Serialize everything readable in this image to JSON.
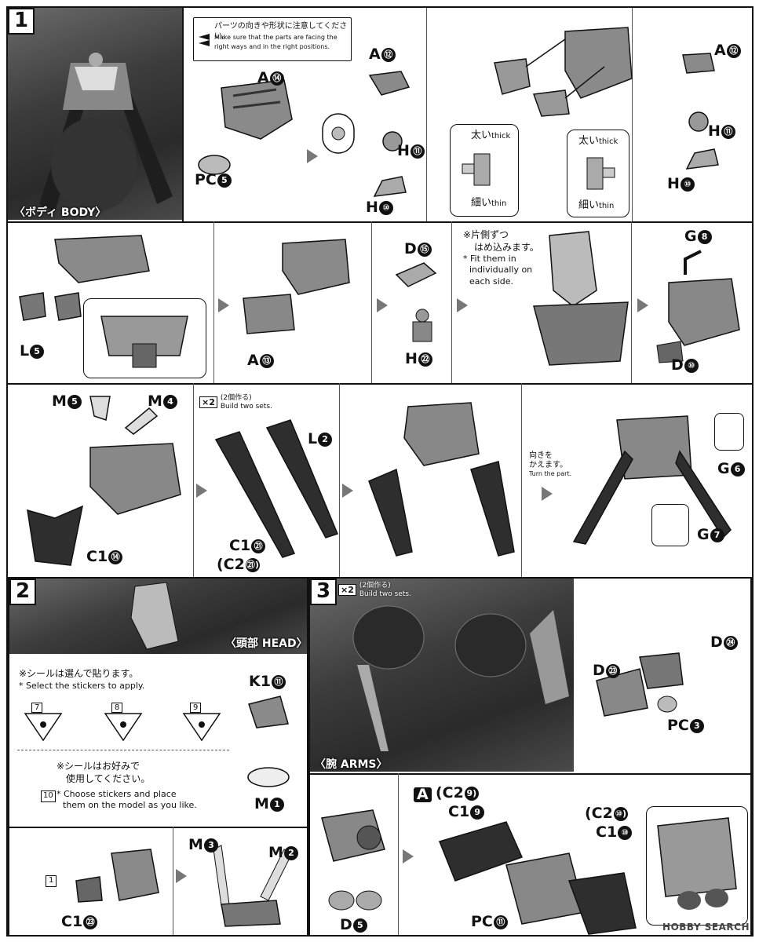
{
  "step1": {
    "number": "1",
    "section_jp": "〈ボディ BODY〉",
    "caution_jp": "パーツの向きや形状に注意してください。",
    "caution_en_1": "Make sure that the parts are facing the",
    "caution_en_2": "right ways and in the right positions.",
    "labels": {
      "a14": {
        "letter": "A",
        "num": "⑭"
      },
      "pc5": {
        "letter": "PC",
        "num": "5"
      },
      "a12": {
        "letter": "A",
        "num": "⑫"
      },
      "h11": {
        "letter": "H",
        "num": "⑪"
      },
      "h10": {
        "letter": "H",
        "num": "⑩"
      },
      "a12b": {
        "letter": "A",
        "num": "⑫"
      },
      "h11b": {
        "letter": "H",
        "num": "⑪"
      },
      "h10b": {
        "letter": "H",
        "num": "⑩"
      },
      "l5": {
        "letter": "L",
        "num": "5"
      },
      "a13": {
        "letter": "A",
        "num": "⑬"
      },
      "d15": {
        "letter": "D",
        "num": "⑮"
      },
      "h22": {
        "letter": "H",
        "num": "㉒"
      },
      "g8": {
        "letter": "G",
        "num": "8"
      },
      "d10": {
        "letter": "D",
        "num": "⑩"
      },
      "m5": {
        "letter": "M",
        "num": "5"
      },
      "m4": {
        "letter": "M",
        "num": "4"
      },
      "c14": {
        "letter": "C1",
        "num": "⑭"
      },
      "l2": {
        "letter": "L",
        "num": "2"
      },
      "c121": {
        "letter": "C1",
        "num": "㉑"
      },
      "c221": {
        "letter": "(C2",
        "num": "㉑)"
      },
      "g6": {
        "letter": "G",
        "num": "6"
      },
      "g7": {
        "letter": "G",
        "num": "7"
      }
    },
    "thick_jp": "太い",
    "thick_en": "thick",
    "thin_jp": "細い",
    "thin_en": "thin",
    "side_jp_1": "※片側ずつ",
    "side_jp_2": "はめ込みます。",
    "side_en_1": "* Fit them in",
    "side_en_2": "individually on",
    "side_en_3": "each side.",
    "x2_box": "×2",
    "x2_jp": "(2個作る)",
    "x2_en": "Build two sets.",
    "turn_jp": "向きを",
    "turn_jp2": "かえます。",
    "turn_en": "Turn the part."
  },
  "step2": {
    "number": "2",
    "section_jp": "〈頭部 HEAD〉",
    "select_jp": "※シールは選んで貼ります。",
    "select_en": "* Select the stickers to apply.",
    "stickers": [
      "7",
      "8",
      "9"
    ],
    "choose_jp_1": "※シールはお好みで",
    "choose_jp_2": "使用してください。",
    "choose_en_1": "* Choose stickers and place",
    "choose_en_2": "them on the model as you like.",
    "sticker10": "10",
    "sticker1": "1",
    "labels": {
      "k111": {
        "letter": "K1",
        "num": "⑪"
      },
      "m1": {
        "letter": "M",
        "num": "1"
      },
      "c123": {
        "letter": "C1",
        "num": "㉓"
      },
      "m3": {
        "letter": "M",
        "num": "3"
      },
      "m2": {
        "letter": "M",
        "num": "2"
      }
    }
  },
  "step3": {
    "number": "3",
    "section_jp": "〈腕 ARMS〉",
    "x2_box": "×2",
    "x2_jp": "(2個作る)",
    "x2_en": "Build two sets.",
    "badge": "A",
    "labels": {
      "d24": {
        "letter": "D",
        "num": "㉔"
      },
      "d23": {
        "letter": "D",
        "num": "㉓"
      },
      "pc3": {
        "letter": "PC",
        "num": "3"
      },
      "c29": {
        "letter": "(C2",
        "num": "9)"
      },
      "c19": {
        "letter": "C1",
        "num": "9"
      },
      "c210": {
        "letter": "(C2",
        "num": "⑩)"
      },
      "c110": {
        "letter": "C1",
        "num": "⑩"
      },
      "d5": {
        "letter": "D",
        "num": "5"
      },
      "pc11": {
        "letter": "PC",
        "num": "⑪"
      }
    }
  },
  "watermark": "HOBBY SEARCH",
  "colors": {
    "ink": "#111111",
    "gray": "#777777",
    "dark": "#2e2e2e",
    "light": "#c8c8c8"
  }
}
